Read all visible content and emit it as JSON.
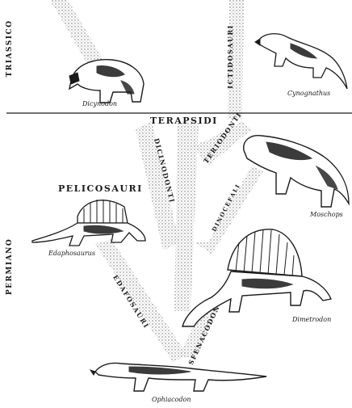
{
  "periods": {
    "triassic": "TRIASSICO",
    "permian": "PERMIANO"
  },
  "groups": {
    "pelicosauri": "PELICOSAURI",
    "terapsidi": "TERAPSIDI",
    "dicinodonti": "DICINODONTI",
    "teriodonti": "TERIODONTI",
    "ictidosauri": "ICTIDOSAURI",
    "sfenacodonti": "SFENACODONTI",
    "edafosauri": "EDAFOSAURI",
    "dinocefali": "DINOCEFALI"
  },
  "animals": {
    "dicynodon": "Dicynodon",
    "cynognathus": "Cynognathus",
    "moschops": "Moschops",
    "edaphosaurus": "Edaphosaurus",
    "dimetrodon": "Dimetrodon",
    "ophiacodon": "Ophiacodon"
  },
  "colors": {
    "ink": "#1a1a1a",
    "stipple": "#6b6b6b",
    "paper": "#ffffff"
  }
}
